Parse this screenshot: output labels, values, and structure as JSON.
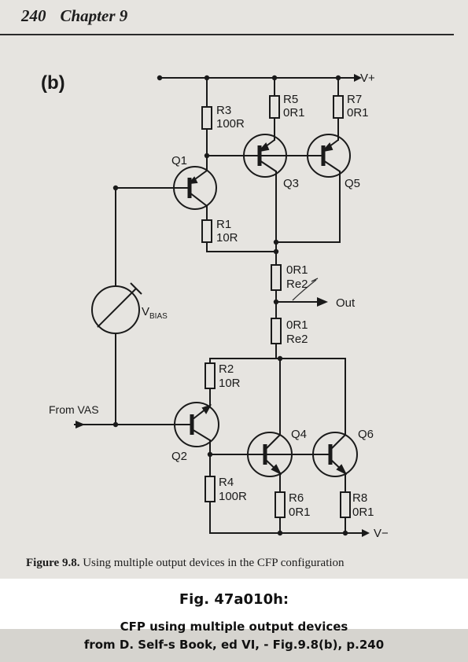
{
  "header": {
    "page_number": "240",
    "chapter": "Chapter 9"
  },
  "panel_label": "(b)",
  "labels": {
    "vplus": "V+",
    "vminus": "V−",
    "out": "Out",
    "from_vas": "From VAS",
    "vbias_v": "V",
    "vbias_sub": "BIAS",
    "q1": "Q1",
    "q2": "Q2",
    "q3": "Q3",
    "q4": "Q4",
    "q5": "Q5",
    "q6": "Q6",
    "r3_name": "R3",
    "r3_value": "100R",
    "r5_name": "R5",
    "r5_value": "0R1",
    "r7_name": "R7",
    "r7_value": "0R1",
    "r1_name": "R1",
    "r1_value": "10R",
    "re2a_value": "0R1",
    "re2a_name": "Re2",
    "re2b_value": "0R1",
    "re2b_name": "Re2",
    "r2_name": "R2",
    "r2_value": "10R",
    "r4_name": "R4",
    "r4_value": "100R",
    "r6_name": "R6",
    "r6_value": "0R1",
    "r8_name": "R8",
    "r8_value": "0R1"
  },
  "caption": {
    "figure_label": "Figure 9.8.",
    "text": "Using multiple output devices in the CFP configuration"
  },
  "footer": {
    "line1": "Fig. 47a010h:",
    "line2": "CFP using multiple output devices",
    "line3": "from D. Self-s Book, ed VI, - Fig.9.8(b), p.240"
  }
}
